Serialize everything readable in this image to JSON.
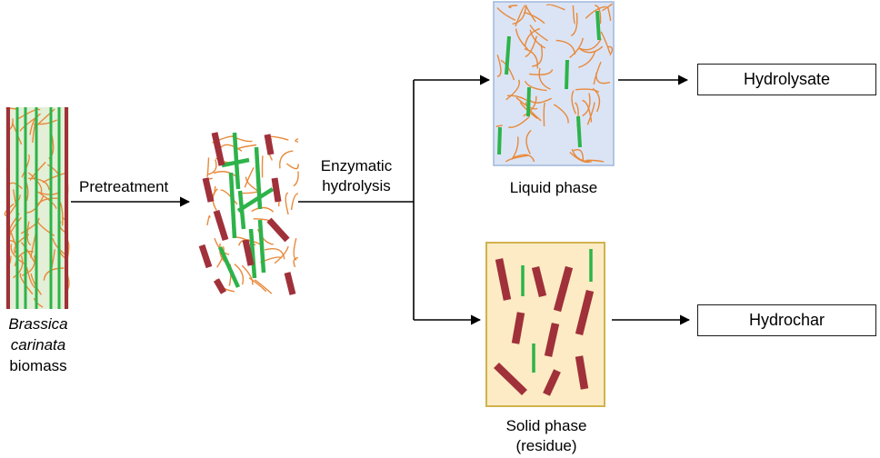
{
  "labels": {
    "biomass_line1": "Brassica",
    "biomass_line2": "carinata",
    "biomass_line3": "biomass",
    "pretreatment": "Pretreatment",
    "enzymatic_line1": "Enzymatic",
    "enzymatic_line2": "hydrolysis",
    "liquid_phase": "Liquid phase",
    "solid_phase_line1": "Solid phase",
    "solid_phase_line2": "(residue)",
    "hydrolysate": "Hydrolysate",
    "hydrochar": "Hydrochar"
  },
  "colors": {
    "lignin_rods": "#a0303a",
    "cellulose_fibers": "#2db34a",
    "hemicellulose_strands": "#e8893a",
    "liquid_phase_fill": "#dbe4f5",
    "liquid_phase_border": "#9fb6dc",
    "solid_phase_fill": "#fcebc4",
    "solid_phase_border": "#d1b24e",
    "arrows": "#000000"
  }
}
